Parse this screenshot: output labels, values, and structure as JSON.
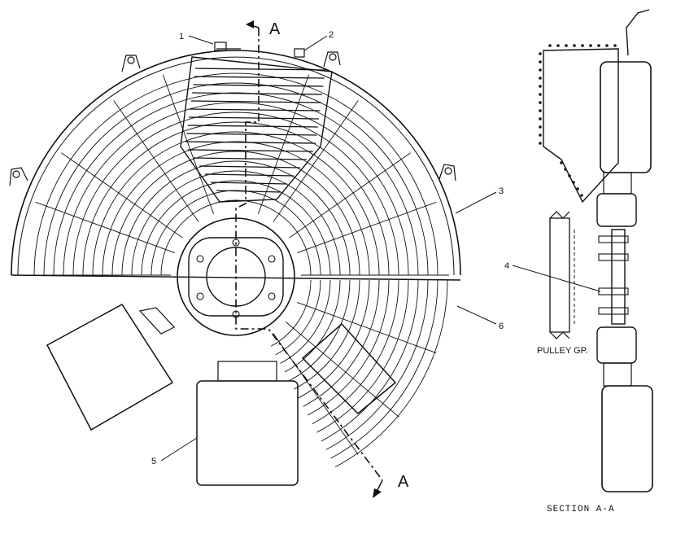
{
  "callouts": {
    "c1": "1",
    "c2": "2",
    "c3": "3",
    "c4": "4",
    "c5": "5",
    "c6": "6"
  },
  "section_marker_top": "A",
  "section_marker_bottom": "A",
  "pulley_label": "PULLEY GP.",
  "section_caption": "SECTION A-A"
}
